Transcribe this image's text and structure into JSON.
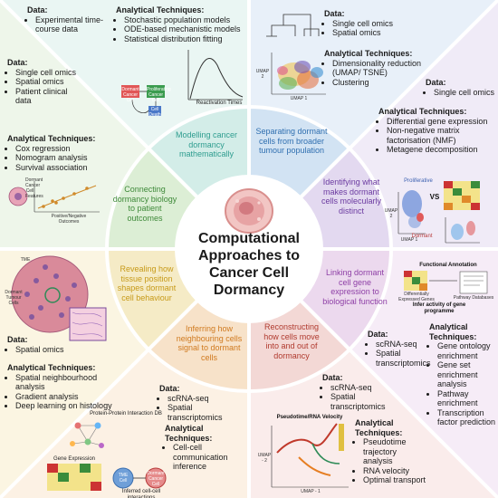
{
  "title": "Computational Approaches to Cancer Cell Dormancy",
  "colors": {
    "modelling": "#2e9d8f",
    "separating": "#2f6fb0",
    "identifying": "#6b3aa0",
    "linking": "#8e3fa6",
    "reconstructing": "#b03a2e",
    "inferring": "#d07a1f",
    "revealing": "#c79a18",
    "connecting": "#3f8a3a"
  },
  "themes": {
    "modelling": "Modelling cancer dormancy mathematically",
    "separating": "Separating dormant cells from broader tumour population",
    "identifying": "Identifying what makes dormant cells molecularly distinct",
    "linking": "Linking dormant cell gene expression to biological function",
    "reconstructing": "Reconstructing how cells move into and out of dormancy",
    "inferring": "Inferring how neighbouring cells signal to dormant cells",
    "revealing": "Revealing how tissue position shapes dormant cell behaviour",
    "connecting": "Connecting dormancy biology to patient outcomes"
  },
  "modelling": {
    "data_label": "Data:",
    "data": [
      "Experimental time-course data"
    ],
    "tech_label": "Analytical Techniques:",
    "tech": [
      "Stochastic population models",
      "ODE-based mechanistic models",
      "Statistical distribution fitting"
    ],
    "fig": {
      "x_axis": "Reactivation Times",
      "box1": "Dormant Cancer Cell",
      "box2": "Proliferating Cancer Cell",
      "box3": "Cell Death"
    }
  },
  "separating": {
    "data_label": "Data:",
    "data": [
      "Single cell omics",
      "Spatial omics"
    ],
    "tech_label": "Analytical Techniques:",
    "tech": [
      "Dimensionality reduction (UMAP/ TSNE)",
      "Clustering"
    ],
    "fig": {
      "x_axis": "UMAP 1",
      "y_axis": "UMAP 2"
    }
  },
  "identifying": {
    "data_label": "Data:",
    "data": [
      "Single cell omics"
    ],
    "tech_label": "Analytical Techniques:",
    "tech": [
      "Differential gene expression",
      "Non-negative matrix factorisation (NMF)",
      "Metagene decomposition"
    ],
    "fig": {
      "prolif": "Proliferative",
      "vs": "VS",
      "dormant": "Dormant",
      "umap1": "UMAP 1",
      "umap2": "UMAP 2"
    }
  },
  "linking": {
    "fig": {
      "title": "Functional Annotation",
      "deg": "Differentially Expressed Genes",
      "db": "Pathway Databases",
      "caption": "Infer activity of gene programme"
    },
    "tech_label": "Analytical Techniques:",
    "tech": [
      "Gene ontology enrichment",
      "Gene set enrichment analysis",
      "Pathway enrichment",
      "Transcription factor prediction"
    ]
  },
  "reconstructing": {
    "data_label": "Data:",
    "data": [
      "scRNA-seq",
      "Spatial transcriptomics"
    ],
    "data2": [
      "scRNA-seq",
      "Spatial transcriptomics"
    ],
    "tech_label": "Analytical Techniques:",
    "tech": [
      "Pseudotime trajectory analysis",
      "RNA velocity",
      "Optimal transport"
    ],
    "fig": {
      "title": "Pseudotime/RNA Velocity",
      "x_axis": "UMAP - 1",
      "y_axis": "UMAP - 2"
    }
  },
  "inferring": {
    "data_label": "Data:",
    "data": [
      "scRNA-seq",
      "Spatial transcriptomics"
    ],
    "tech_label": "Analytical Techniques:",
    "tech": [
      "Cell-cell communication inference"
    ],
    "fig": {
      "ppi": "Protein-Protein Interaction DB",
      "gene_expr": "Gene Expression",
      "tme": "TME Cell",
      "dormant": "Dormant Cancer Cell",
      "inferred": "Inferred cell-cell interactions"
    }
  },
  "revealing": {
    "data_label": "Data:",
    "data": [
      "Spatial omics"
    ],
    "tech_label": "Analytical Techniques:",
    "tech": [
      "Spatial neighbourhood analysis",
      "Gradient analysis",
      "Deep learning on histology"
    ],
    "fig": {
      "tme": "TME",
      "dormant": "Dormant Tumour Cells"
    }
  },
  "connecting": {
    "data_label": "Data:",
    "data": [
      "Single cell omics",
      "Spatial omics",
      "Patient clinical data"
    ],
    "tech_label": "Analytical Techniques:",
    "tech": [
      "Cox regression",
      "Nomogram analysis",
      "Survival association"
    ],
    "fig": {
      "x_axis": "Positive/Negative Outcomes",
      "y_axis": "Dormant Cancer Cell Features"
    }
  }
}
